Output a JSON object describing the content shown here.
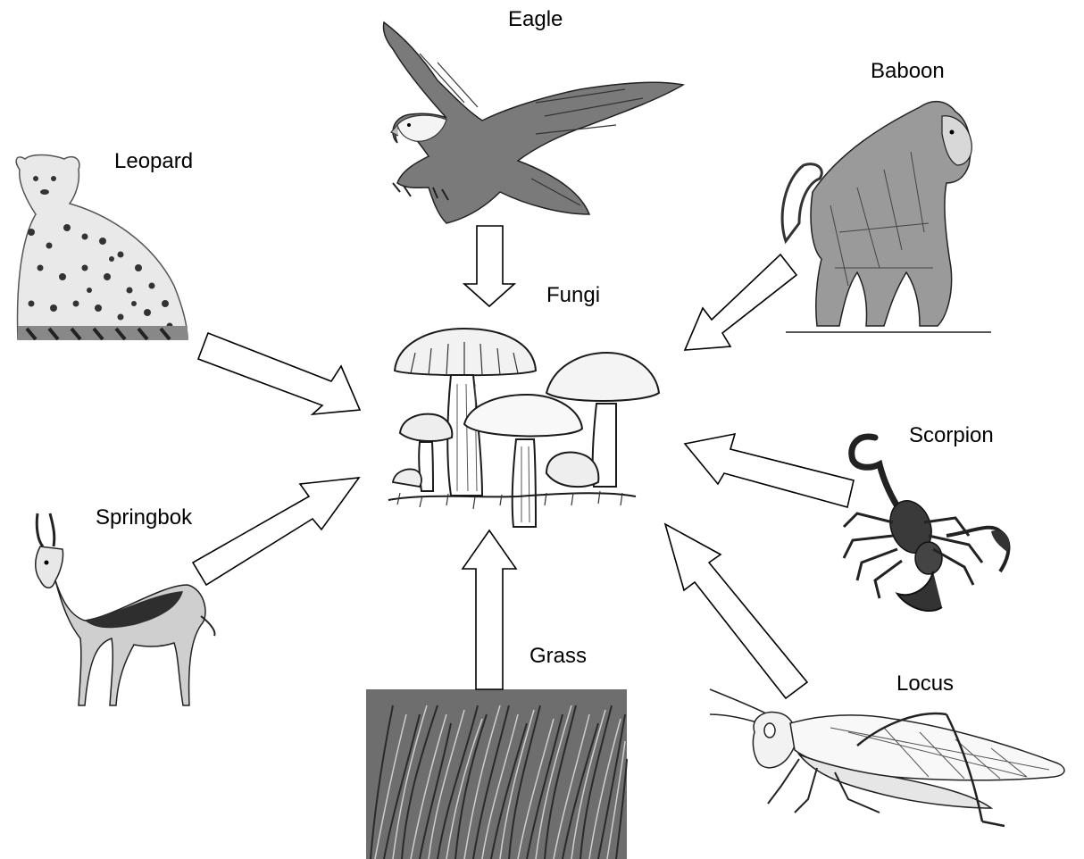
{
  "diagram": {
    "nodes": {
      "eagle": "Eagle",
      "baboon": "Baboon",
      "leopard": "Leopard",
      "fungi": "Fungi",
      "scorpion": "Scorpion",
      "springbok": "Springbok",
      "grass": "Grass",
      "locus": "Locus"
    },
    "arrows": [
      {
        "from": "Eagle",
        "to": "Fungi"
      },
      {
        "from": "Baboon",
        "to": "Fungi"
      },
      {
        "from": "Leopard",
        "to": "Fungi"
      },
      {
        "from": "Scorpion",
        "to": "Fungi"
      },
      {
        "from": "Springbok",
        "to": "Fungi"
      },
      {
        "from": "Grass",
        "to": "Fungi"
      },
      {
        "from": "Locus",
        "to": "Fungi"
      }
    ]
  }
}
